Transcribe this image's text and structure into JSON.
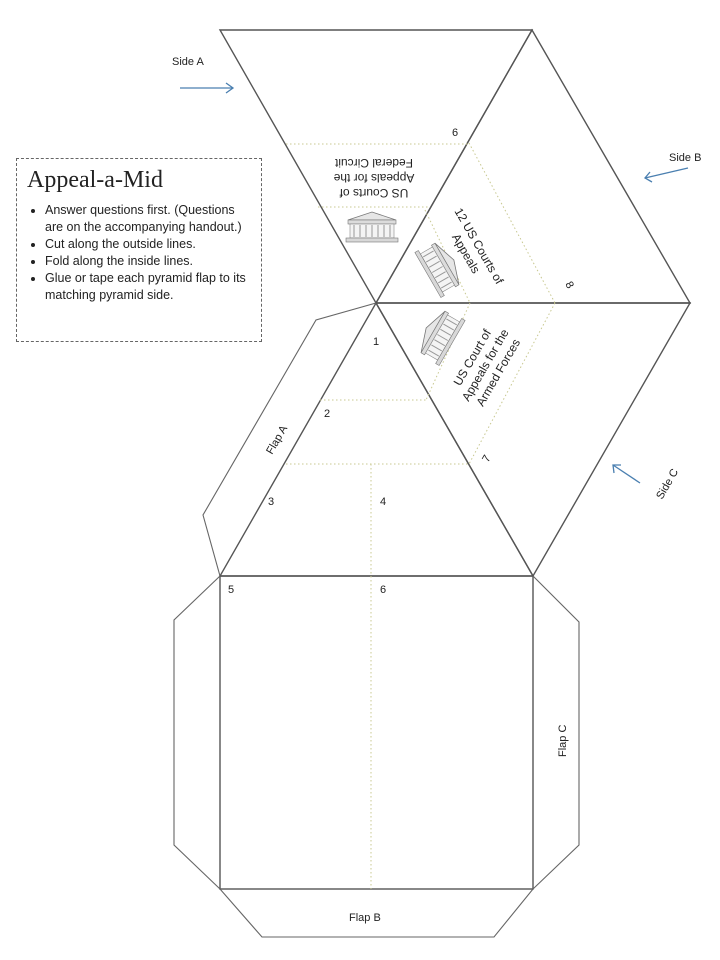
{
  "instructions": {
    "title": "Appeal-a-Mid",
    "items": [
      "Answer questions first. (Questions are on the accompanying handout.)",
      "Cut along the outside lines.",
      "Fold along the inside lines.",
      "Glue or tape each pyramid flap to its matching pyramid side."
    ]
  },
  "sides": {
    "a": "Side A",
    "b": "Side B",
    "c": "Side C"
  },
  "flaps": {
    "a": "Flap A",
    "b": "Flap B",
    "c": "Flap C"
  },
  "numbers": {
    "n1": "1",
    "n2": "2",
    "n3": "3",
    "n4": "4",
    "n5": "5",
    "n6_bottom": "6",
    "n6_top": "6",
    "n7": "7",
    "n8": "8"
  },
  "courts": {
    "federal_line1": "US Courts of",
    "federal_line2": "Appeals for the",
    "federal_line3": "Federal Circuit",
    "regional_line1": "12 US Courts of",
    "regional_line2": "Appeals",
    "armed_line1": "US Court of",
    "armed_line2": "Appeals for the",
    "armed_line3": "Armed Forces"
  },
  "colors": {
    "outline": "#555555",
    "arrow": "#4a7fb0",
    "fold": "#c8c890"
  },
  "icons": [
    "courthouse-icon",
    "courthouse-icon",
    "courthouse-icon"
  ]
}
